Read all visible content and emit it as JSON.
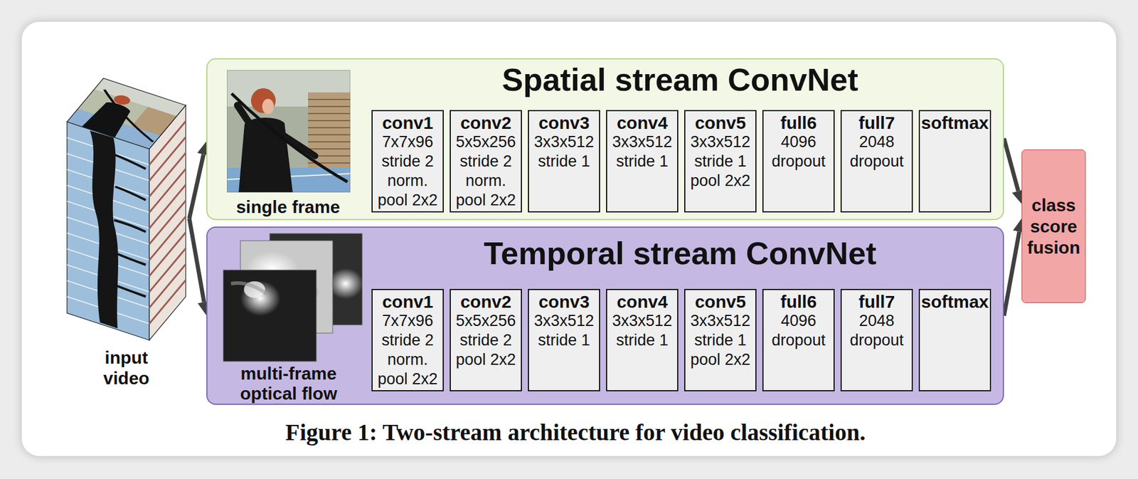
{
  "diagram": {
    "caption": "Figure 1: Two-stream architecture for video classification.",
    "nodes": [
      {
        "text": [
          "input video"
        ]
      },
      {
        "text": [
          "Spatial stream ConvNet"
        ]
      },
      {
        "text": [
          "conv1",
          "7x7x96 stride 2 norm. pool 2x2"
        ],
        "in": 1
      },
      {
        "text": [
          "conv2",
          "5x5x256 stride 2 norm. pool 2x2"
        ],
        "in": 1
      },
      {
        "text": [
          "conv3",
          "3x3x512 stride 1"
        ],
        "in": 1
      },
      {
        "text": [
          "conv4",
          "3x3x512 stride 1"
        ],
        "in": 1
      },
      {
        "text": [
          "conv5",
          "3x3x512 stride 1 pool 2x2"
        ],
        "in": 1
      },
      {
        "text": [
          "full6",
          "4096 dropout"
        ],
        "in": 1
      },
      {
        "text": [
          "full7",
          "2048 dropout"
        ],
        "in": 1
      },
      {
        "text": [
          "softmax"
        ],
        "in": 1
      },
      {
        "text": [
          "Temporal stream ConvNet"
        ]
      },
      {
        "text": [
          "conv1",
          "7x7x96 stride 2 norm. pool 2x2"
        ],
        "in": 10
      },
      {
        "text": [
          "conv2",
          "5x5x256 stride 2 pool 2x2"
        ],
        "in": 10
      },
      {
        "text": [
          "conv3",
          "3x3x512 stride 1"
        ],
        "in": 10
      },
      {
        "text": [
          "conv4",
          "3x3x512 stride 1"
        ],
        "in": 10
      },
      {
        "text": [
          "conv5",
          "3x3x512 stride 1 pool 2x2"
        ],
        "in": 10
      },
      {
        "text": [
          "full6",
          "4096 dropout"
        ],
        "in": 10
      },
      {
        "text": [
          "full7",
          "2048 dropout"
        ],
        "in": 10
      },
      {
        "text": [
          "softmax"
        ],
        "in": 10
      },
      {
        "text": [
          "class score fusion"
        ]
      }
    ],
    "edges": [
      {
        "from": 0,
        "to": 1,
        "arrow": "to"
      },
      {
        "from": 0,
        "to": 10,
        "arrow": "to"
      },
      {
        "from": 1,
        "to": 19,
        "arrow": "to"
      },
      {
        "from": 10,
        "to": 19,
        "arrow": "to"
      }
    ],
    "labels": [
      "single frame",
      "multi-frame optical flow"
    ]
  }
}
